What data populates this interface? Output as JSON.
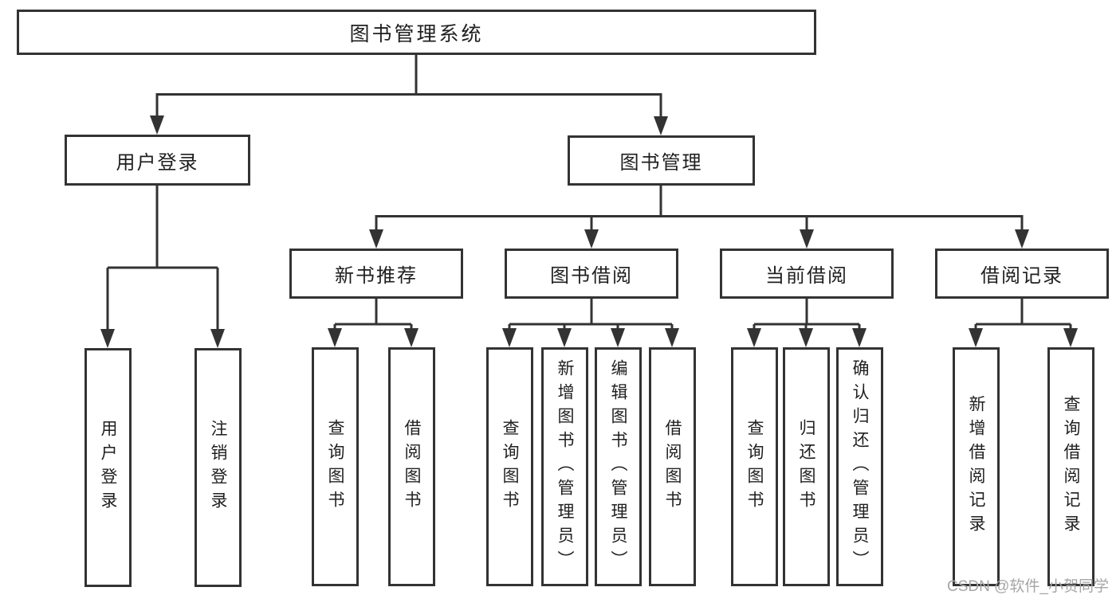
{
  "tree": {
    "root": "图书管理系统",
    "l2": {
      "login": "用户登录",
      "mgmt": "图书管理"
    },
    "l3": {
      "recommend": "新书推荐",
      "borrow": "图书借阅",
      "current": "当前借阅",
      "records": "借阅记录"
    },
    "leaves": {
      "login_user": "用户登录",
      "login_logout": "注销登录",
      "rec_query": "查询图书",
      "rec_borrow": "借阅图书",
      "bor_query": "查询图书",
      "bor_add": "新增图书（管理员）",
      "bor_edit": "编辑图书（管理员）",
      "bor_borrow": "借阅图书",
      "cur_query": "查询图书",
      "cur_return": "归还图书",
      "cur_confirm": "确认归还（管理员）",
      "recd_add": "新增借阅记录",
      "recd_query": "查询借阅记录"
    }
  },
  "watermark": "CSDN @软件_小贺同学",
  "colors": {
    "line": "#333333",
    "box_border": "#333333",
    "box_fill": "#ffffff",
    "text": "#1f1f1f",
    "watermark": "#a6a6a6",
    "background": "#ffffff"
  }
}
